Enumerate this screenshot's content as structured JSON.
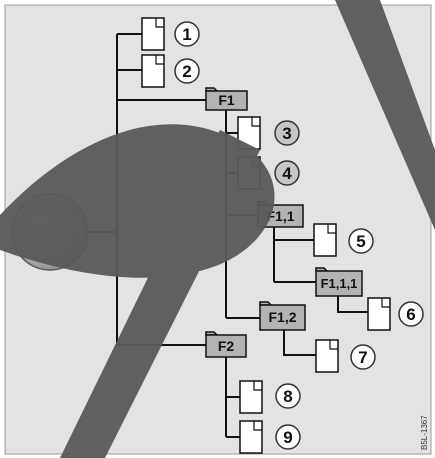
{
  "diagram": {
    "folders": {
      "f1": "F1",
      "f1_1": "F1,1",
      "f1_1_1": "F1,1,1",
      "f1_2": "F1,2",
      "f2": "F2"
    },
    "files": {
      "file_1": "1",
      "file_2": "2",
      "file_3": "3",
      "file_4": "4",
      "file_5": "5",
      "file_6": "6",
      "file_7": "7",
      "file_8": "8",
      "file_9": "9"
    },
    "figure_code": "B5L-1367",
    "icons": {
      "disc": "cd-disc-icon",
      "folder": "folder-icon",
      "file": "document-icon"
    },
    "colors": {
      "background": "#e3e3e3",
      "tree_line": "#111111",
      "folder_fill": "#b3b3b3",
      "file_fill": "#ffffff",
      "badge_fill": "#ffffff",
      "highlight_badge_fill": "#c6c6c6",
      "watermark": "#595959"
    }
  }
}
